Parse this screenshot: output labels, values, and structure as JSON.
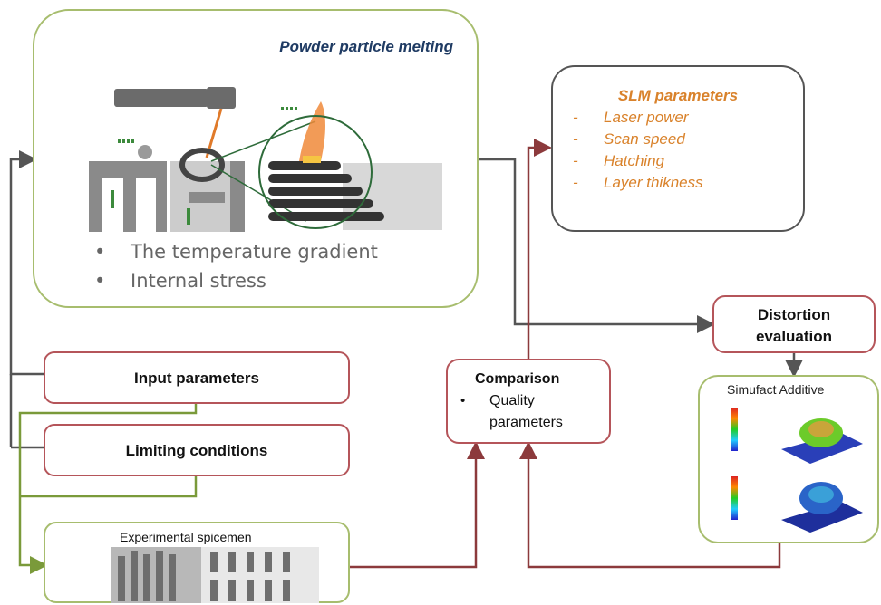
{
  "top_box": {
    "title": "Powder particle melting",
    "bullets": [
      "The temperature gradient",
      "Internal stress"
    ]
  },
  "slm_box": {
    "title": "SLM parameters",
    "items": [
      "Laser power",
      "Scan speed",
      "Hatching",
      "Layer thikness"
    ]
  },
  "distortion_box": {
    "label": "Distortion evaluation",
    "line1": "Distortion",
    "line2": "evaluation"
  },
  "simufact_box": {
    "title": "Simufact Additive"
  },
  "input_box": {
    "label": "Input parameters"
  },
  "limiting_box": {
    "label": "Limiting conditions"
  },
  "comparison_box": {
    "title": "Comparison",
    "bullet_line1": "Quality",
    "bullet_line2": "parameters"
  },
  "experimental_box": {
    "title": "Experimental spicemen"
  },
  "colors": {
    "green_border": "#a7bd6e",
    "red_border": "#b5555a",
    "dark_line": "#555555",
    "title_blue": "#1f3b63",
    "slm_orange": "#d9822b"
  }
}
